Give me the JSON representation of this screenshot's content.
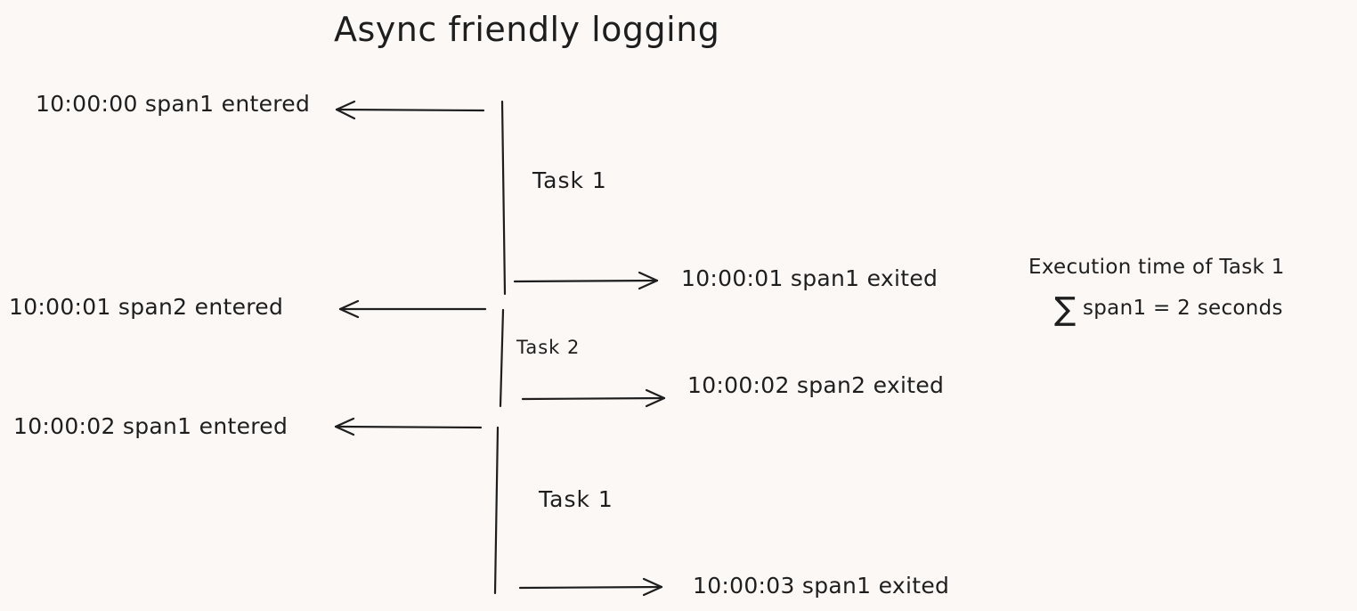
{
  "title": "Async friendly logging",
  "log_entries": {
    "span1_entered_0": "10:00:00 span1 entered",
    "span1_exited_1": "10:00:01 span1 exited",
    "span2_entered_1": "10:00:01 span2 entered",
    "span2_exited_2": "10:00:02 span2 exited",
    "span1_entered_2": "10:00:02 span1 entered",
    "span1_exited_3": "10:00:03 span1 exited"
  },
  "tasks": {
    "task1_first": "Task 1",
    "task2": "Task 2",
    "task1_second": "Task 1"
  },
  "note": {
    "heading": "Execution time of Task 1",
    "sigma_symbol": "∑",
    "formula": "span1 = 2 seconds"
  },
  "colors": {
    "background": "#fcf8f6",
    "ink": "#1e1e1e"
  }
}
